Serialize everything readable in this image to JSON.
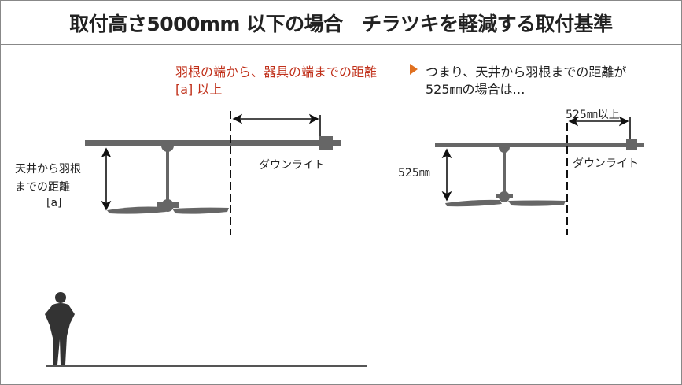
{
  "title": "取付高さ5000mm 以下の場合　チラツキを軽減する取付基準",
  "left": {
    "condition_line1": "羽根の端から、器具の端までの距離",
    "condition_line2": "[a] 以上",
    "downlight_label": "ダウンライト",
    "distance_label_line1": "天井から羽根",
    "distance_label_line2": "までの距離",
    "distance_label_line3": "[a]"
  },
  "right": {
    "note_line1": "つまり、天井から羽根までの距離が",
    "note_line2": "525㎜の場合は…",
    "min_distance_label": "525㎜以上",
    "downlight_label": "ダウンライト",
    "height_label": "525㎜"
  },
  "colors": {
    "accent_red": "#c0301a",
    "arrow_orange": "#e07020",
    "fixture_gray": "#666666"
  }
}
